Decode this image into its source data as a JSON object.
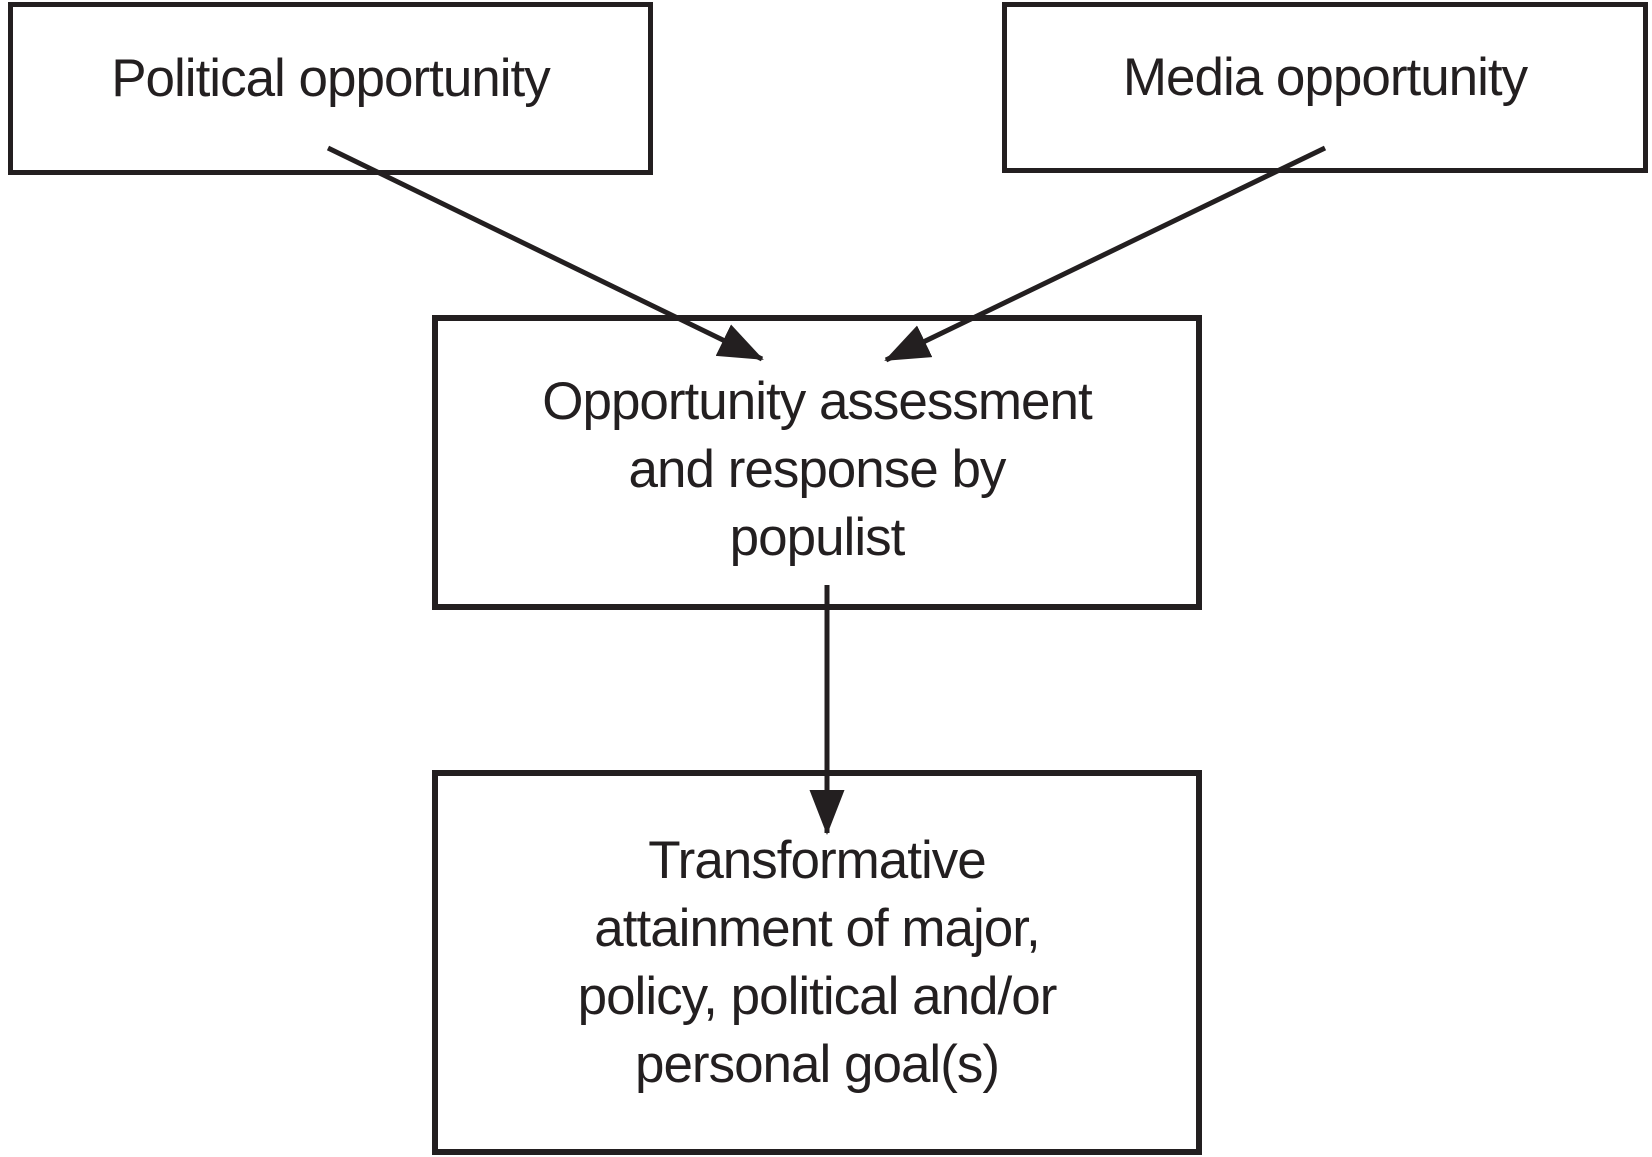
{
  "diagram": {
    "background_color": "#ffffff",
    "stroke_color": "#231f20",
    "nodes": {
      "political": {
        "label": "Political opportunity"
      },
      "media": {
        "label": "Media opportunity"
      },
      "assessment": {
        "lines": [
          "Opportunity assessment",
          "and response by",
          "populist"
        ]
      },
      "attainment": {
        "lines": [
          "Transformative",
          "attainment of major,",
          "policy, political and/or",
          "personal goal(s)"
        ]
      }
    },
    "arrows": [
      {
        "from": "political",
        "to": "assessment"
      },
      {
        "from": "media",
        "to": "assessment"
      },
      {
        "from": "assessment",
        "to": "attainment"
      }
    ]
  }
}
